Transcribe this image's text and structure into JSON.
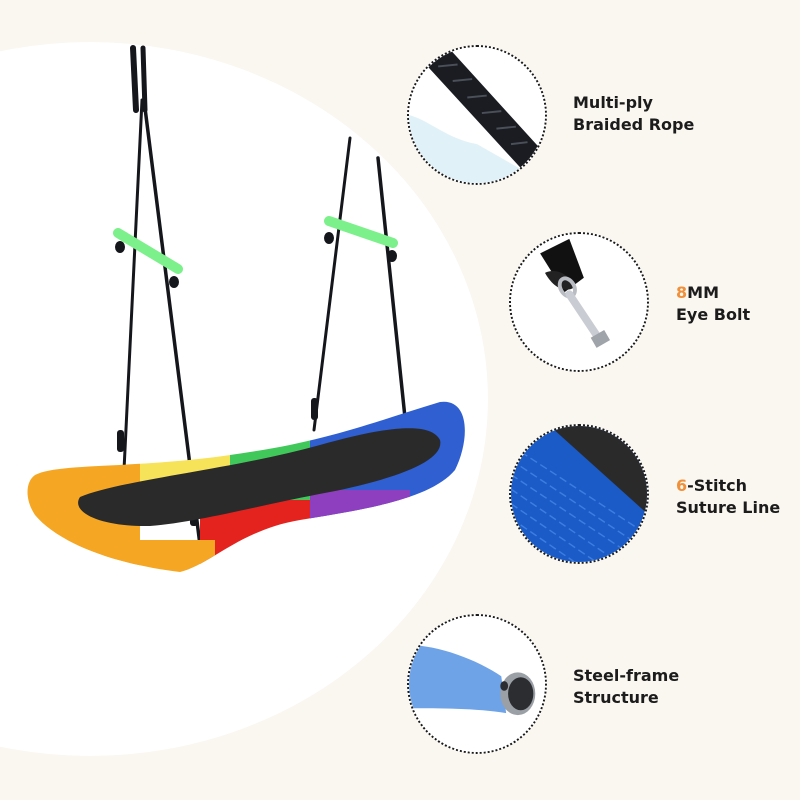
{
  "colors": {
    "background": "#FAF6F0",
    "highlight_panel": "#FFFFFF",
    "accent": "#F0903A",
    "text": "#1C1C1C",
    "rope": "#15161c",
    "handle": "#7CF08A",
    "seat_segments": [
      "#F5A623",
      "#F7E35A",
      "#41C85A",
      "#2F5FD0",
      "#8E3FBF",
      "#E5231E"
    ],
    "seat_mat": "#2a2a2a"
  },
  "product": {
    "name": "rainbow-platform-swing",
    "icon": "swing-image"
  },
  "features": [
    {
      "id": "rope",
      "icon": "braided-rope-icon",
      "accent": "",
      "line1_rest": "Multi-ply",
      "line2": "Braided Rope"
    },
    {
      "id": "eye-bolt",
      "icon": "eye-bolt-icon",
      "accent": "8",
      "line1_rest": "MM",
      "line2": "Eye Bolt"
    },
    {
      "id": "stitch",
      "icon": "stitched-fabric-icon",
      "accent": "6",
      "line1_rest": "-Stitch",
      "line2": "Suture Line"
    },
    {
      "id": "frame",
      "icon": "foam-tube-frame-icon",
      "accent": "",
      "line1_rest": "Steel-frame",
      "line2": "Structure"
    }
  ]
}
